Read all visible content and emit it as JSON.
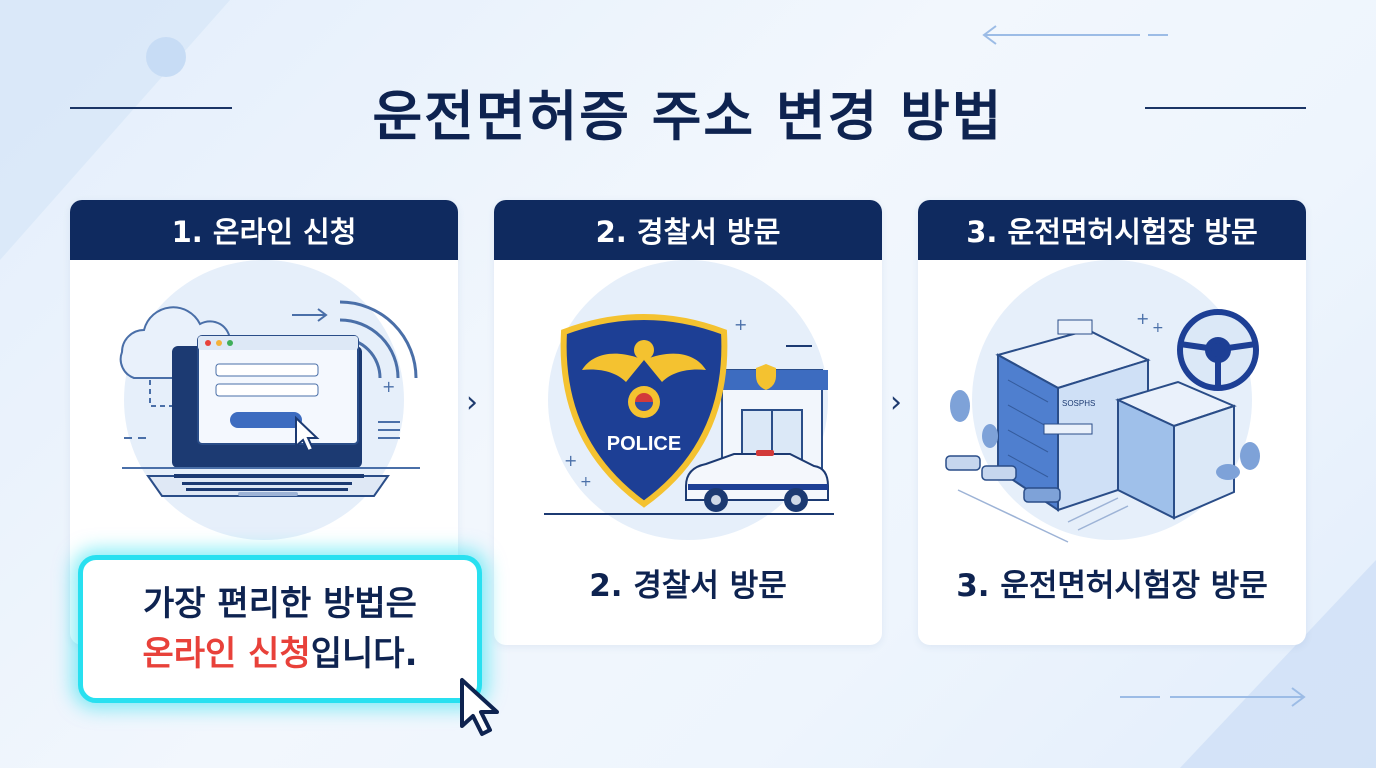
{
  "title": "운전면허증 주소 변경 방법",
  "cards": [
    {
      "header": "1. 온라인 신청",
      "caption": ""
    },
    {
      "header": "2. 경찰서 방문",
      "caption": "2. 경찰서 방문"
    },
    {
      "header": "3. 운전면허시험장 방문",
      "caption": "3. 운전면허시험장 방문"
    }
  ],
  "callout": {
    "line1": "가장 편리한 방법은",
    "highlight": "온라인 신청",
    "line2_rest": "입니다."
  },
  "police_badge_text": "POLICE",
  "building_sign": "SOSPHS",
  "colors": {
    "header_bg": "#0f2a5f",
    "title": "#0e2350",
    "highlight": "#e8413a",
    "glow": "#28e0f0"
  }
}
